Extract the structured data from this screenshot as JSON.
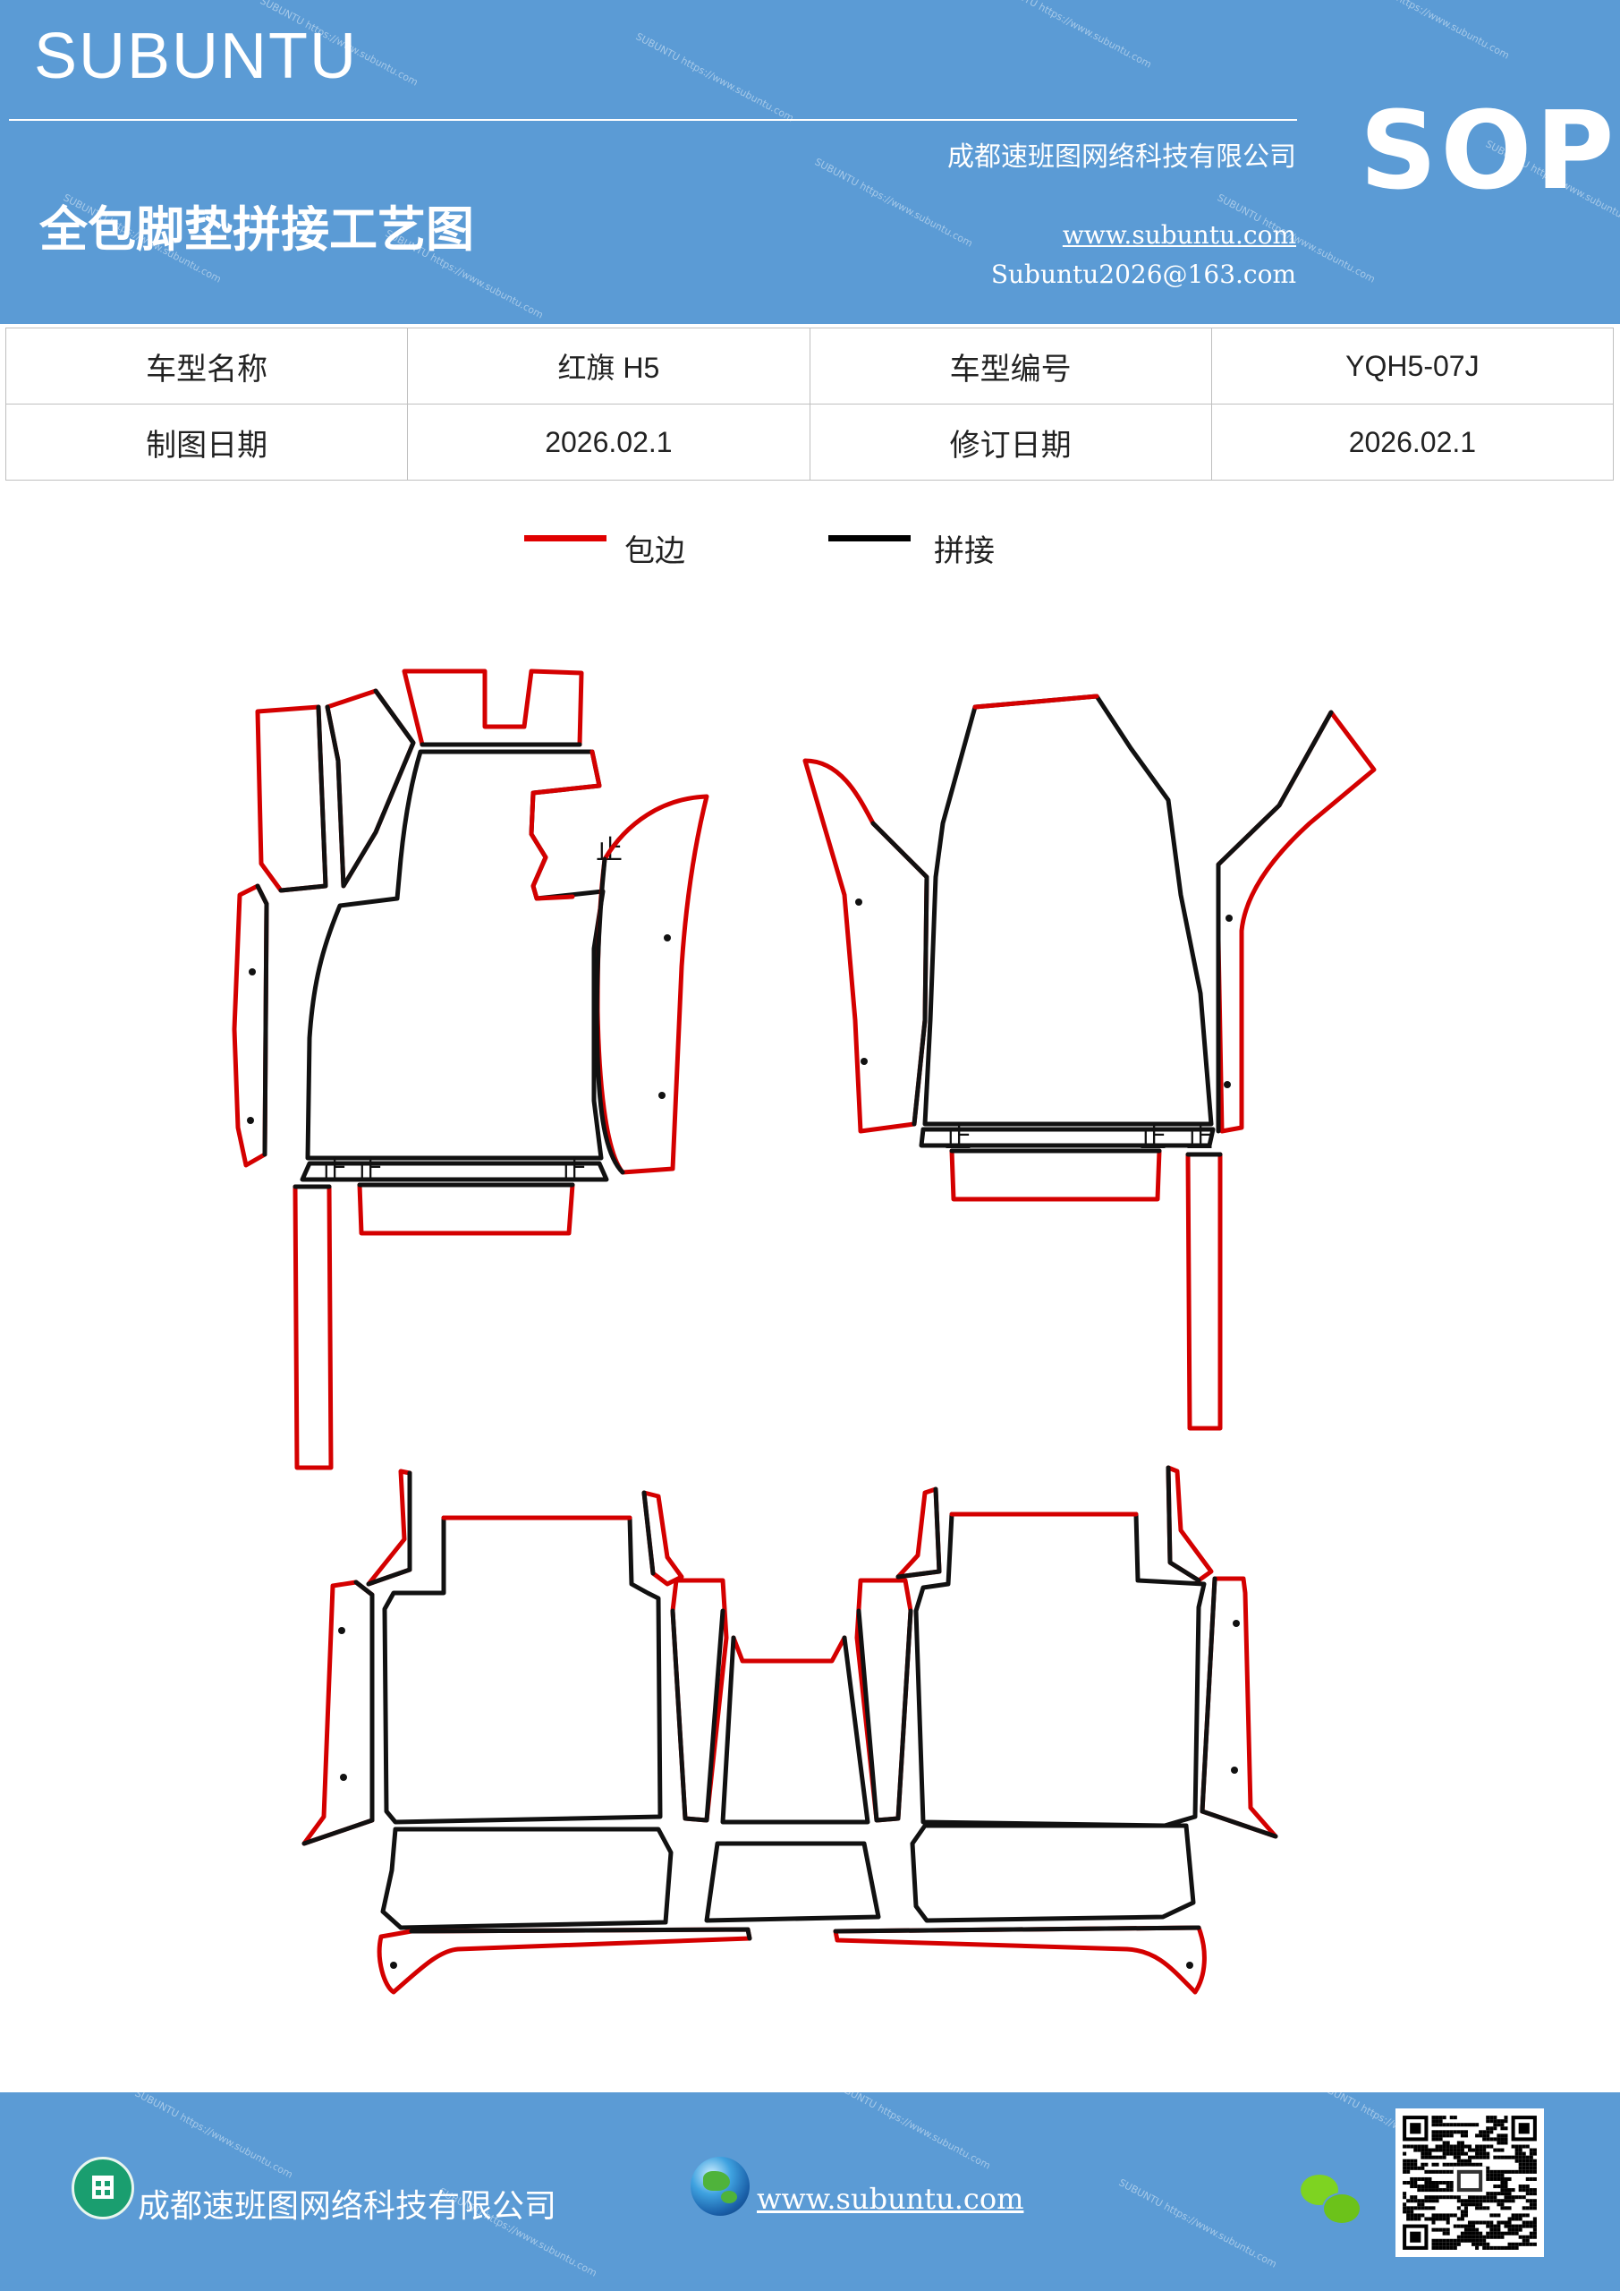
{
  "header": {
    "brand": "SUBUNTU",
    "company": "成都速班图网络科技有限公司",
    "title": "全包脚垫拼接工艺图",
    "website": "www.subuntu.com",
    "email": "Subuntu2026@163.com",
    "badge": "SOP"
  },
  "info_table": {
    "rows": [
      {
        "label1": "车型名称",
        "value1": "红旗 H5",
        "label2": "车型编号",
        "value2": "YQH5-07J"
      },
      {
        "label1": "制图日期",
        "value1": "2026.02.1",
        "label2": "修订日期",
        "value2": "2026.02.1"
      }
    ]
  },
  "legend": {
    "items": [
      {
        "label": "包边",
        "color": "#e00000"
      },
      {
        "label": "拼接",
        "color": "#000000"
      }
    ]
  },
  "drawing": {
    "edge_color": "#d40000",
    "seam_color": "#111111",
    "mark_text": "止"
  },
  "footer": {
    "company": "成都速班图网络科技有限公司",
    "website": "www.subuntu.com"
  },
  "colors": {
    "band": "#5b9bd5"
  }
}
